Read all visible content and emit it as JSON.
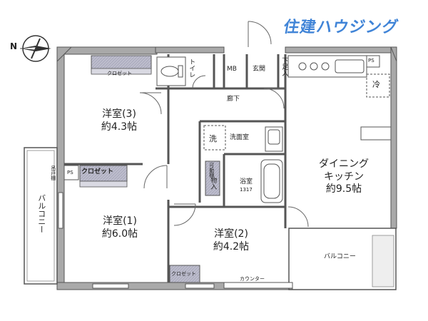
{
  "brand": {
    "name": "住建ハウジング",
    "color": "#1f6fd1"
  },
  "compass": {
    "north_label": "N"
  },
  "rooms": {
    "western3": {
      "name": "洋室(3)",
      "size": "約4.3帖"
    },
    "western1": {
      "name": "洋室(1)",
      "size": "約6.0帖"
    },
    "western2": {
      "name": "洋室(2)",
      "size": "約4.2帖"
    },
    "dining": {
      "name1": "ダイニング",
      "name2": "キッチン",
      "size": "約9.5帖"
    }
  },
  "labels": {
    "closet": "クロゼット",
    "toilet": "トイレ",
    "mb": "MB",
    "genkan": "玄関",
    "shoebox": "下足入",
    "hallway": "廊下",
    "washroom": "洗面室",
    "wash_mark": "洗",
    "bath": "浴室",
    "bath_size": "1317",
    "storage": "物入",
    "storage_small": "可動棚",
    "ps": "PS",
    "fridge": "冷",
    "balcony": "バルコニー",
    "counter": "カウンター",
    "aircon": "吊戸棚"
  },
  "colors": {
    "wall": "#6e6e6e",
    "wall_fill": "#9a9a9a",
    "closet": "#c9c9d6",
    "floor": "#ffffff"
  }
}
